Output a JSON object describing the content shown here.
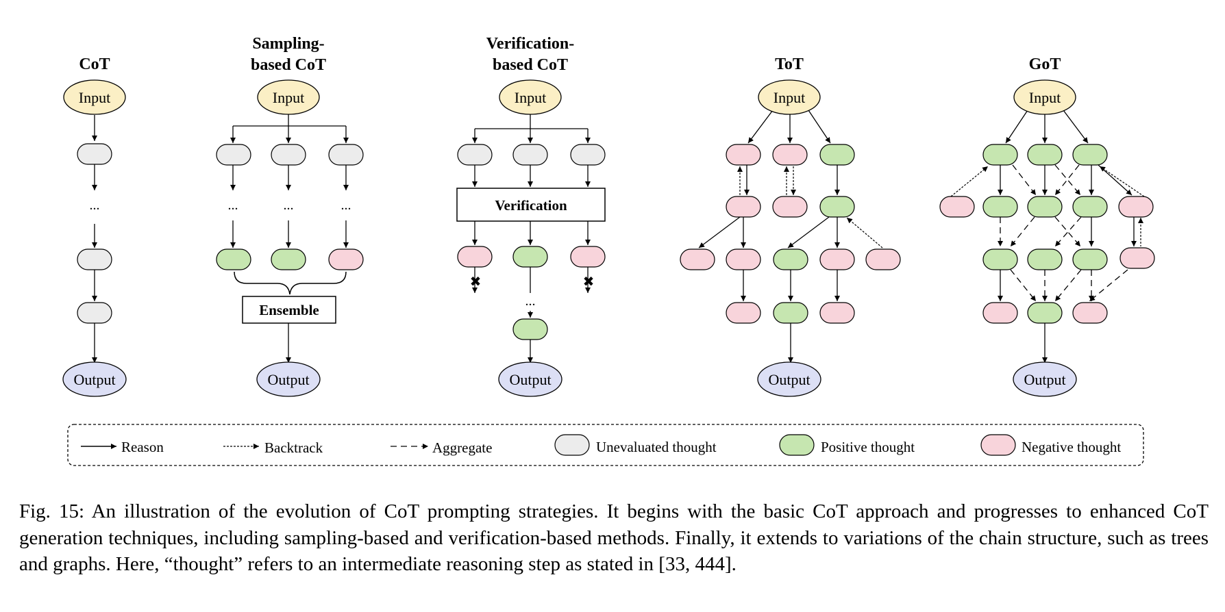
{
  "colors": {
    "input_fill": "#fbefc5",
    "output_fill": "#dcdff5",
    "unevaluated_fill": "#ececec",
    "positive_fill": "#c6e6b0",
    "negative_fill": "#f8d4db",
    "stroke": "#000000"
  },
  "panels": {
    "cot": {
      "title_lines": [
        "CoT"
      ],
      "input": "Input",
      "output": "Output",
      "ellipsis": "..."
    },
    "sampling": {
      "title_lines": [
        "Sampling-",
        "based CoT"
      ],
      "input": "Input",
      "output": "Output",
      "ellipsis": "...",
      "box": "Ensemble"
    },
    "verification": {
      "title_lines": [
        "Verification-",
        "based CoT"
      ],
      "input": "Input",
      "output": "Output",
      "ellipsis": "...",
      "box": "Verification",
      "reject_mark": "✖"
    },
    "tot": {
      "title_lines": [
        "ToT"
      ],
      "input": "Input",
      "output": "Output"
    },
    "got": {
      "title_lines": [
        "GoT"
      ],
      "input": "Input",
      "output": "Output"
    }
  },
  "legend": {
    "reason": "Reason",
    "backtrack": "Backtrack",
    "aggregate": "Aggregate",
    "unevaluated": "Unevaluated thought",
    "positive": "Positive thought",
    "negative": "Negative thought"
  },
  "caption": "Fig. 15: An illustration of the evolution of CoT prompting strategies. It begins with the basic CoT approach and progresses to enhanced CoT generation techniques, including sampling-based and verification-based methods. Finally, it extends to variations of the chain structure, such as trees and graphs. Here, “thought” refers to an intermediate reasoning step as stated in [33, 444]."
}
